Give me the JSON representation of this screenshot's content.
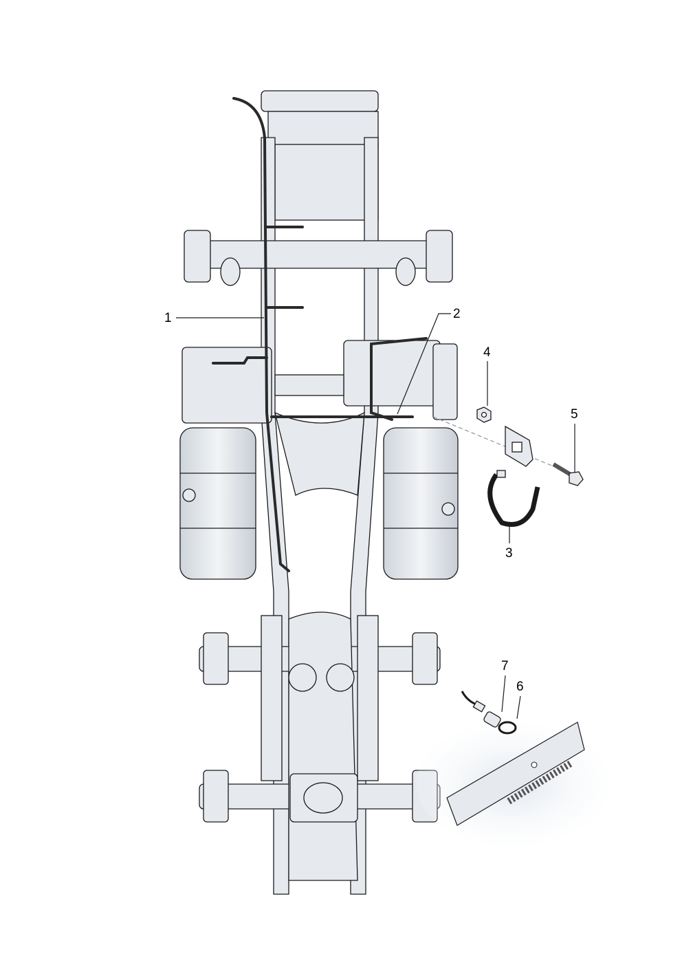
{
  "diagram": {
    "labels": {
      "part1": "1",
      "part2": "2",
      "part3": "3",
      "part4": "4",
      "part5": "5",
      "part6": "6",
      "part7": "7"
    },
    "colors": {
      "part_fill": "#e6eaef",
      "outline": "#1a1a1a",
      "harness": "#2a2a2a"
    }
  }
}
